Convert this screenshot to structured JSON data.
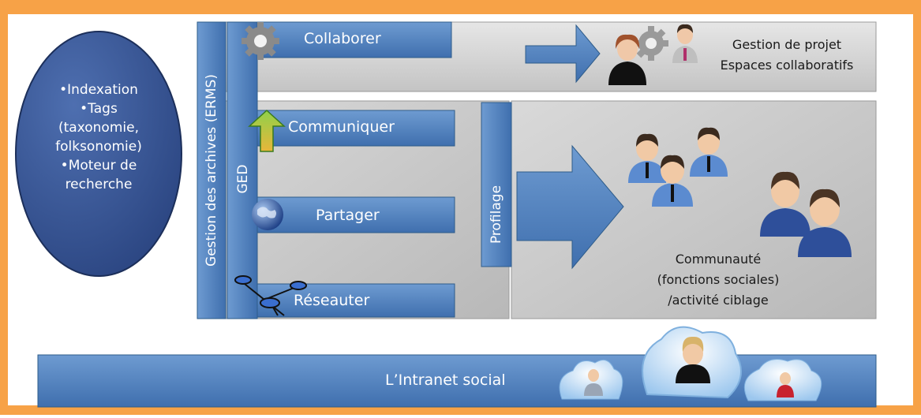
{
  "ellipse_items": [
    "•Indexation",
    "•Tags",
    "(taxonomie,",
    "folksonomie)",
    "•Moteur de",
    "recherche"
  ],
  "vertical": {
    "ged_archives": "Gestion des archives (ERMS)",
    "ged": "GED",
    "profilage": "Profilage"
  },
  "bars": {
    "collaborer": "Collaborer",
    "communiquer": "Communiquer",
    "partager": "Partager",
    "reseauter": "Réseauter"
  },
  "outcomes": {
    "projet_line1": "Gestion de projet",
    "projet_line2": "Espaces collaboratifs",
    "communaute_line1": "Communauté",
    "communaute_line2": "(fonctions sociales)",
    "communaute_line3": "/activité  ciblage"
  },
  "intranet": "L’Intranet social",
  "colors": {
    "frame": "#f7a247",
    "panel": "#c8c8c8",
    "blue": "#4f81bd",
    "blue_dark": "#2e5c8a",
    "ellipse": "#2f4d8a"
  }
}
